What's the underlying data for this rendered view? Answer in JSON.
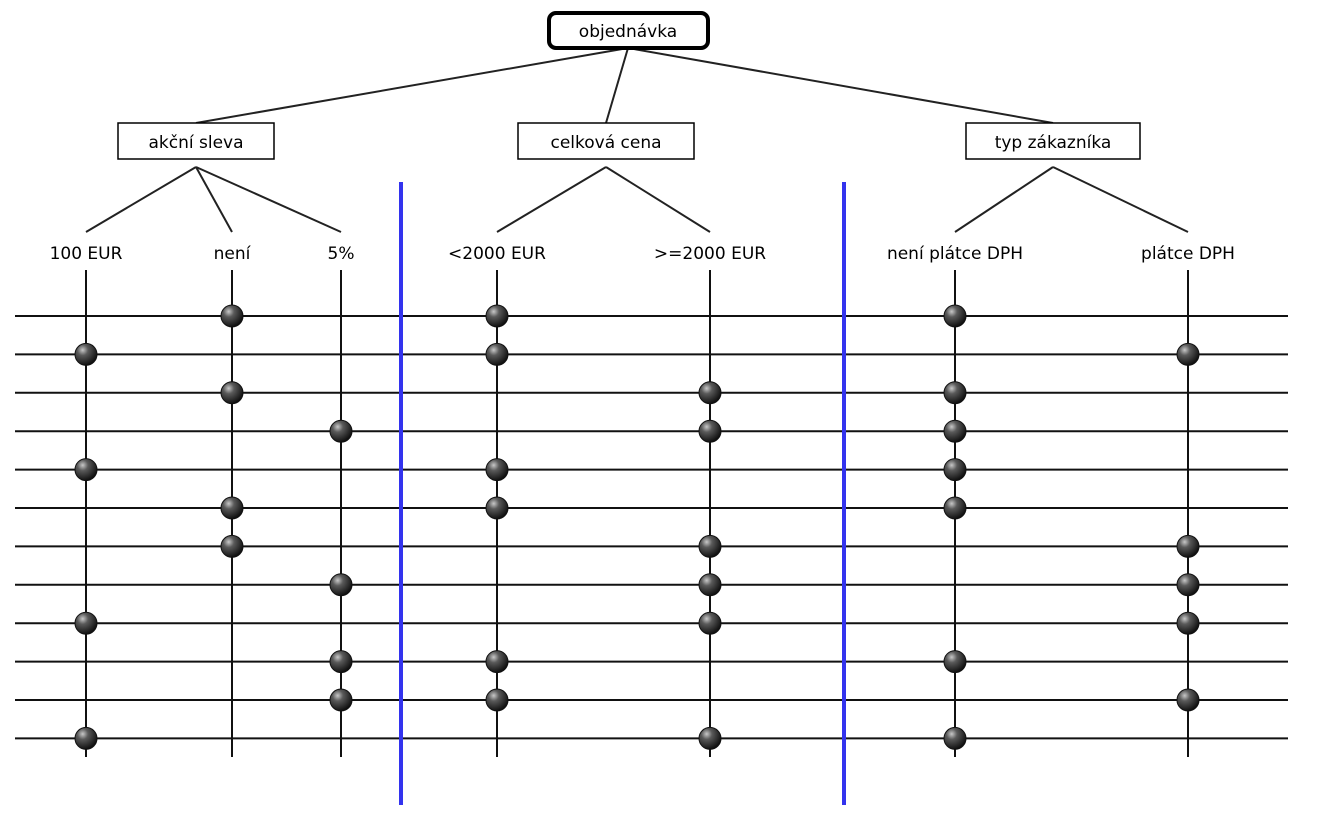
{
  "root": {
    "label": "objednávka"
  },
  "groups": [
    {
      "label": "akční sleva",
      "leaves": [
        "100 EUR",
        "není",
        "5%"
      ]
    },
    {
      "label": "celková cena",
      "leaves": [
        "<2000 EUR",
        ">=2000 EUR"
      ]
    },
    {
      "label": "typ zákazníka",
      "leaves": [
        "není plátce DPH",
        "plátce DPH"
      ]
    }
  ],
  "rows": [
    [
      1,
      0,
      0
    ],
    [
      0,
      0,
      1
    ],
    [
      1,
      1,
      0
    ],
    [
      2,
      1,
      0
    ],
    [
      0,
      0,
      0
    ],
    [
      1,
      0,
      0
    ],
    [
      1,
      1,
      1
    ],
    [
      2,
      1,
      1
    ],
    [
      0,
      1,
      1
    ],
    [
      2,
      0,
      0
    ],
    [
      2,
      0,
      1
    ],
    [
      0,
      1,
      0
    ]
  ],
  "colors": {
    "divider": "#3333ee",
    "dot": "#3a3a3a"
  }
}
